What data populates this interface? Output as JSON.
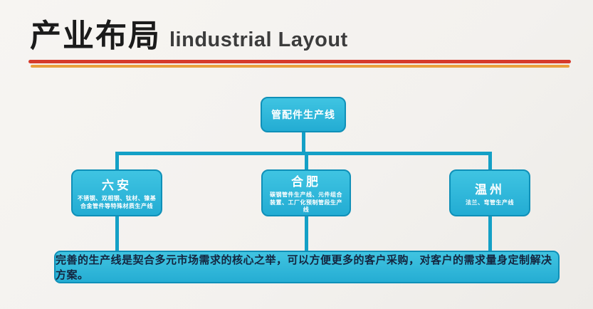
{
  "header": {
    "title_zh": "产业布局",
    "title_en": "lindustrial Layout"
  },
  "colors": {
    "box_fill": "#29b3d8",
    "box_border": "#0f90b8",
    "connector": "#14a0c6",
    "rule_red": "#d63a2b",
    "rule_orange": "#e9a03e",
    "summary_text": "#14253f"
  },
  "diagram": {
    "root": {
      "label": "管配件生产线"
    },
    "branches": [
      {
        "city": "六安",
        "desc": "不锈钢、双相钢、钛材、镍基合金管件等特殊材质生产线"
      },
      {
        "city": "合肥",
        "desc": "碳钢管件生产线、元件组合装置、工厂化预制管段生产线"
      },
      {
        "city": "温州",
        "desc": "法兰、弯管生产线"
      }
    ],
    "summary": "完善的生产线是契合多元市场需求的核心之举，可以方便更多的客户采购，对客户的需求量身定制解决方案。"
  }
}
